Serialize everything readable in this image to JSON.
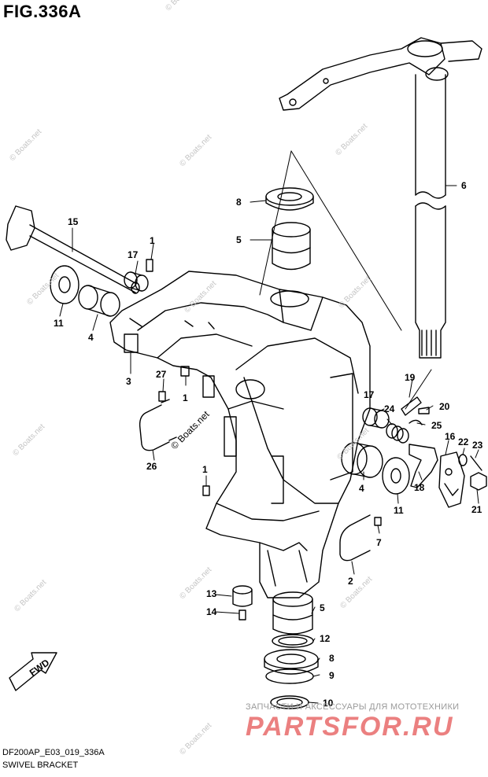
{
  "figure": {
    "title": "FIG.336A",
    "code": "DF200AP_E03_019_336A",
    "name": "SWIVEL BRACKET"
  },
  "watermarks": [
    "© Boats.net"
  ],
  "branding": {
    "subtitle": "ЗАПЧАСТИ И АКСЕССУАРЫ ДЛЯ МОТОТЕХНИКИ",
    "logo": "PARTSFOR.RU",
    "color": "#e86a6a"
  },
  "fwd_label": "FWD",
  "callouts": [
    "1",
    "1",
    "1",
    "2",
    "3",
    "4",
    "4",
    "5",
    "5",
    "6",
    "7",
    "8",
    "8",
    "9",
    "10",
    "11",
    "11",
    "12",
    "13",
    "14",
    "15",
    "16",
    "17",
    "17",
    "18",
    "19",
    "20",
    "21",
    "22",
    "23",
    "24",
    "25",
    "26",
    "27"
  ]
}
